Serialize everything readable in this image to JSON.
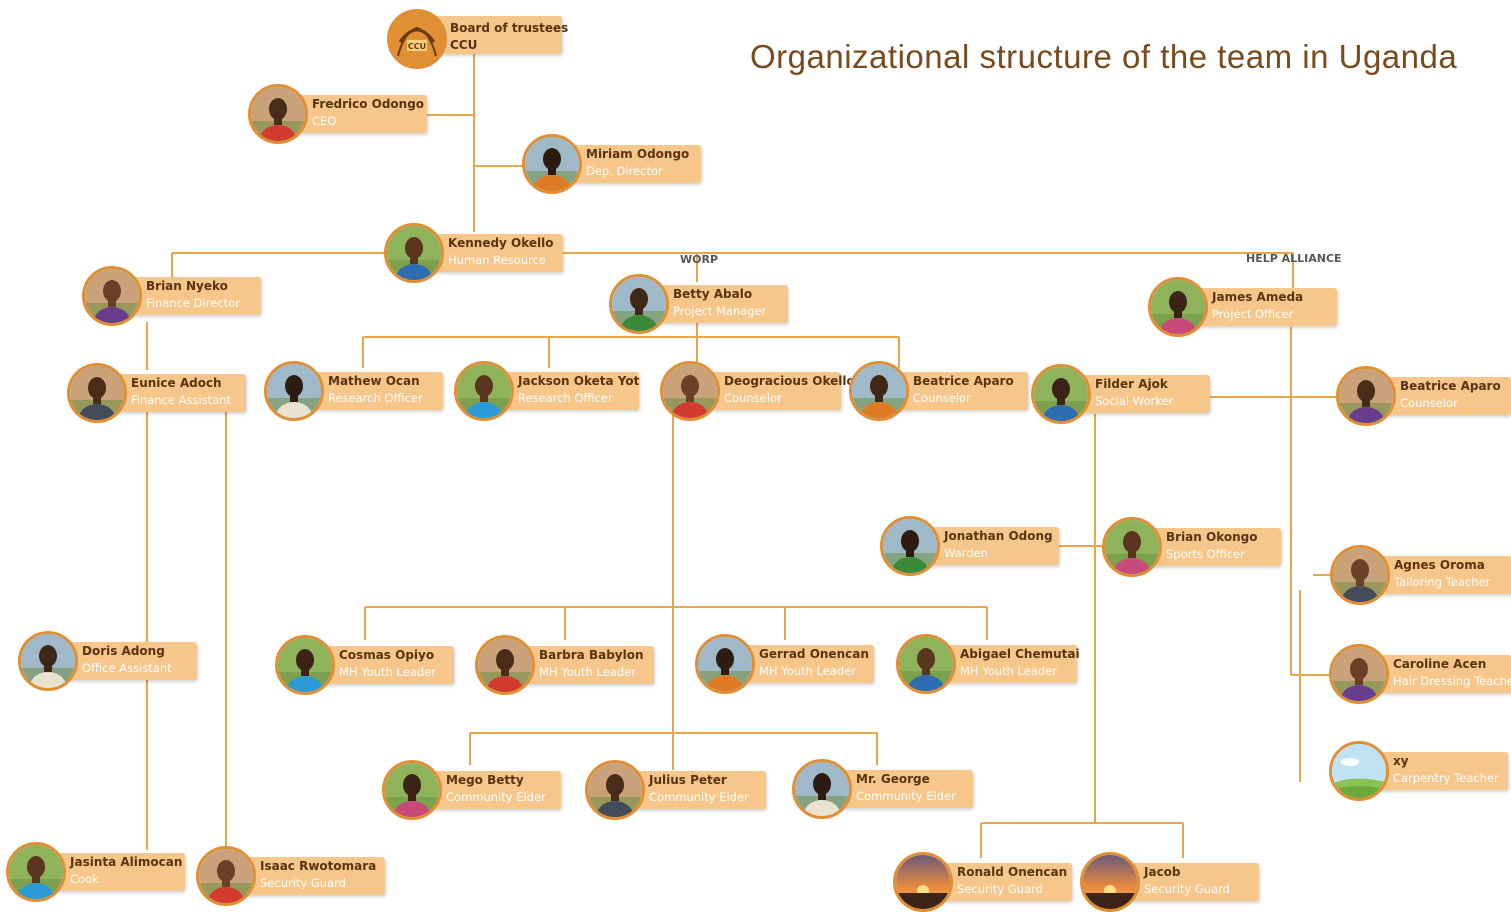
{
  "title": "Organizational structure of the team in Uganda",
  "branches": {
    "worp": "WORP",
    "help_alliance": "HELP ALLIANCE"
  },
  "colors": {
    "line": "#e8a64a",
    "card": "#f6c68a",
    "avatar_ring": "#e08f35",
    "name_text": "#5a3412",
    "title_text": "#7a4a1f"
  },
  "people": {
    "board": {
      "name": "Board of trustees",
      "role": "CCU",
      "logo_text": "CCU",
      "icon": "ccu-logo-icon"
    },
    "fredrico": {
      "name": "Fredrico Odongo",
      "role": "CEO"
    },
    "miriam": {
      "name": "Miriam Odongo",
      "role": "Dep. Director"
    },
    "kennedy": {
      "name": "Kennedy Okello",
      "role": "Human Resource"
    },
    "brian_nyeko": {
      "name": "Brian Nyeko",
      "role": "Finance Director"
    },
    "betty": {
      "name": "Betty Abalo",
      "role": "Project Manager"
    },
    "james": {
      "name": "James Ameda",
      "role": "Project Officer"
    },
    "eunice": {
      "name": "Eunice Adoch",
      "role": "Finance Assistant"
    },
    "mathew": {
      "name": "Mathew Ocan",
      "role": "Research Officer"
    },
    "jackson": {
      "name": "Jackson Oketa Yot",
      "role": "Research Officer"
    },
    "deogracious": {
      "name": "Deogracious Okello",
      "role": "Counselor"
    },
    "beatrice1": {
      "name": "Beatrice Aparo",
      "role": "Counselor"
    },
    "filder": {
      "name": "Filder Ajok",
      "role": "Social Worker"
    },
    "beatrice2": {
      "name": "Beatrice Aparo",
      "role": "Counselor"
    },
    "jonathan": {
      "name": "Jonathan Odong",
      "role": "Warden"
    },
    "brian_okongo": {
      "name": "Brian Okongo",
      "role": "Sports Officer"
    },
    "agnes": {
      "name": "Agnes Oroma",
      "role": "Tailoring Teacher"
    },
    "doris": {
      "name": "Doris Adong",
      "role": "Office Assistant"
    },
    "cosmas": {
      "name": "Cosmas Opiyo",
      "role": "MH Youth Leader"
    },
    "barbra": {
      "name": "Barbra Babylon",
      "role": "MH Youth Leader"
    },
    "gerrad": {
      "name": "Gerrad Onencan",
      "role": "MH Youth Leader"
    },
    "abigael": {
      "name": "Abigael Chemutai",
      "role": "MH Youth Leader"
    },
    "caroline": {
      "name": "Caroline Acen",
      "role": "Hair Dressing Teacher"
    },
    "xy": {
      "name": "xy",
      "role": "Carpentry Teacher",
      "icon": "landscape-placeholder-icon"
    },
    "mego": {
      "name": "Mego Betty",
      "role": "Community Elder"
    },
    "julius": {
      "name": "Julius Peter",
      "role": "Community Elder"
    },
    "george": {
      "name": "Mr. George",
      "role": "Community Elder"
    },
    "jasinta": {
      "name": "Jasinta Alimocan",
      "role": "Cook"
    },
    "isaac": {
      "name": "Isaac Rwotomara",
      "role": "Security Guard"
    },
    "ronald": {
      "name": "Ronald Onencan",
      "role": "Security Guard",
      "icon": "sunset-photo-icon"
    },
    "jacob": {
      "name": "Jacob",
      "role": "Security Guard",
      "icon": "sunset-photo-icon"
    }
  }
}
